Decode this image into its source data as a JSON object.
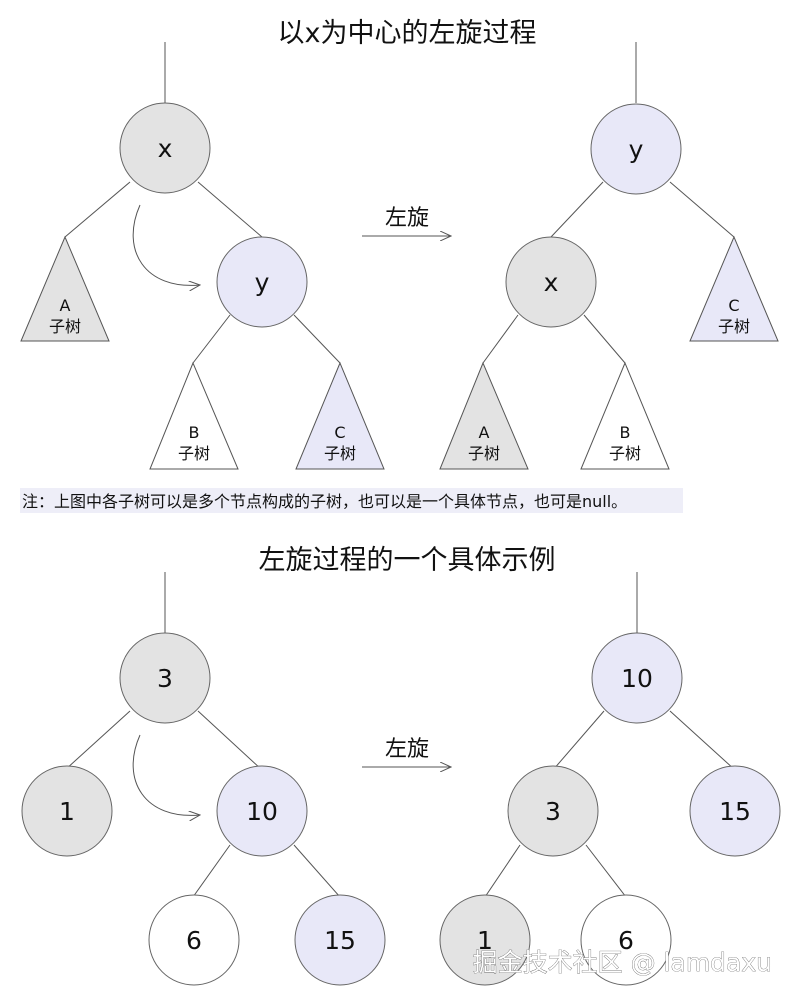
{
  "section1": {
    "title": "以x为中心的左旋过程",
    "arrow_label": "左旋",
    "before": {
      "x_label": "x",
      "y_label": "y",
      "a_label": "A",
      "b_label": "B",
      "c_label": "C",
      "subtree_label": "子树"
    },
    "after": {
      "x_label": "x",
      "y_label": "y",
      "a_label": "A",
      "b_label": "B",
      "c_label": "C",
      "subtree_label": "子树"
    }
  },
  "note": "注：上图中各子树可以是多个节点构成的子树，也可以是一个具体节点，也可是null。",
  "section2": {
    "title": "左旋过程的一个具体示例",
    "arrow_label": "左旋",
    "before": {
      "root": "3",
      "left": "1",
      "right": "10",
      "right_left": "6",
      "right_right": "15"
    },
    "after": {
      "root": "10",
      "left": "3",
      "right": "15",
      "left_left": "1",
      "left_right": "6"
    }
  },
  "watermark": "掘金技术社区 @ lamdaxu",
  "colors": {
    "gray_node": "#e3e3e3",
    "purple_node": "#e8e8f8",
    "white_node": "#ffffff",
    "note_background": "#eeeef8"
  }
}
